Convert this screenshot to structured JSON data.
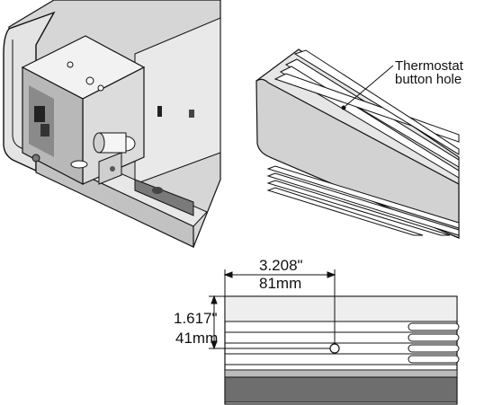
{
  "callout": {
    "line1": "Thermostat",
    "line2": "button hole"
  },
  "dimensions": {
    "horizontal": {
      "inches": "3.208\"",
      "mm": "81mm"
    },
    "vertical": {
      "inches": "1.617\"",
      "mm": "41mm"
    }
  },
  "colors": {
    "ink": "#111111",
    "panel_light": "#ececec",
    "panel_mid": "#bdbdbd",
    "panel_dark": "#6e6e6e"
  }
}
